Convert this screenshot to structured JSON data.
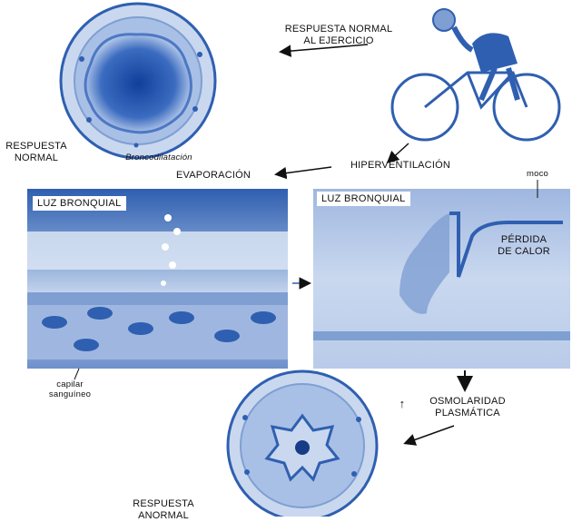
{
  "labels": {
    "normal_response_exercise": [
      "RESPUESTA NORMAL",
      "AL EJERCICIO"
    ],
    "normal_response": [
      "RESPUESTA",
      "NORMAL"
    ],
    "bronchodilation": "Broncodilatación",
    "evaporation": "EVAPORACIÓN",
    "hyperventilation": "HIPERVENTILACIÓN",
    "mucus": "moco",
    "bronchial_lumen": "LUZ BRONQUIAL",
    "heat_loss": [
      "PÉRDIDA",
      "DE CALOR"
    ],
    "capillary": [
      "capilar",
      "sanguíneo"
    ],
    "osmolarity_arrow": "↑",
    "osmolarity": [
      "OSMOLARIDAD",
      "PLASMÁTICA"
    ],
    "abnormal_response": [
      "RESPUESTA",
      "ANORMAL"
    ]
  },
  "colors": {
    "tissue_blue": "#2f5fb0",
    "light_blue": "#c9d8ef",
    "mid_blue": "#7f9fd2",
    "dark_blue": "#163d86",
    "arrow": "#111111"
  }
}
